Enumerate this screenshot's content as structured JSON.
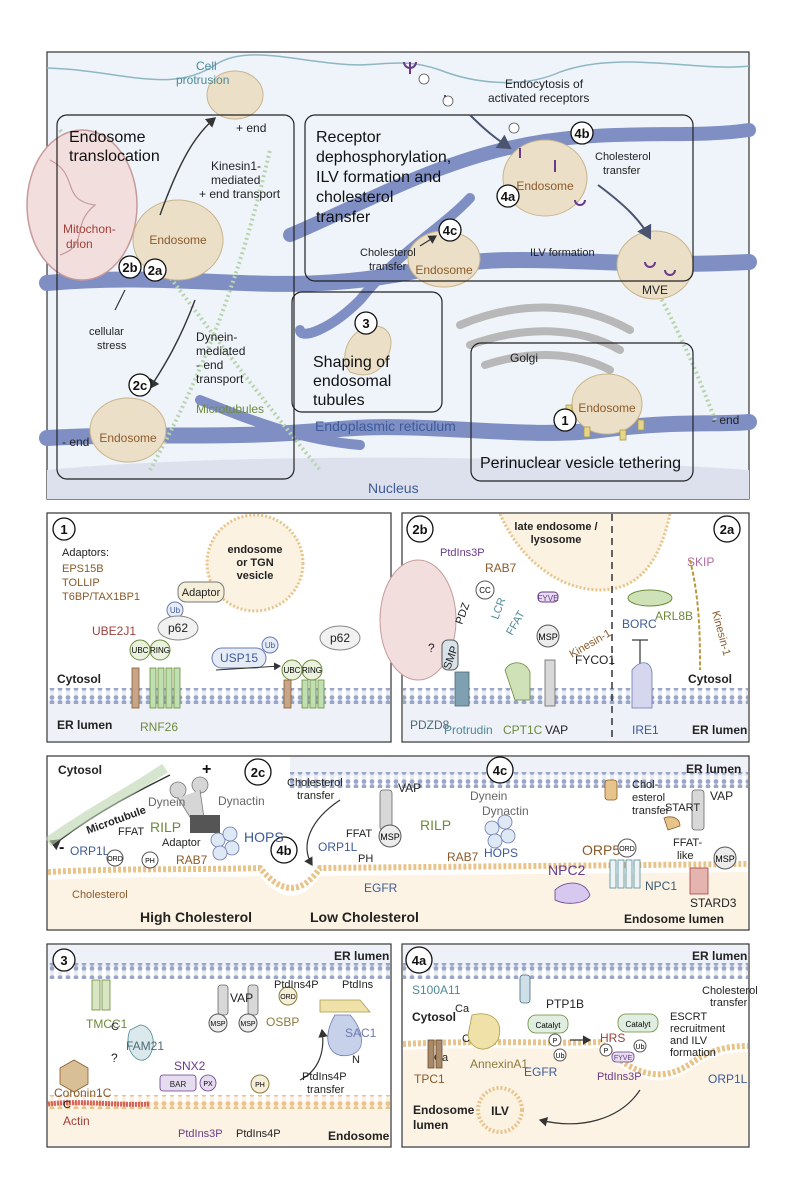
{
  "overview": {
    "cell_protrusion": [
      "Cell",
      "protrusion"
    ],
    "endocytosis": [
      "Endocytosis of",
      "activated receptors"
    ],
    "endosome_translocation": [
      "Endosome",
      "translocation"
    ],
    "plus_end": "+ end",
    "kinesin": [
      "Kinesin1-",
      "mediated",
      "+ end transport"
    ],
    "mitochondrion": [
      "Mitochon-",
      "drion"
    ],
    "endosome": "Endosome",
    "cellular_stress": [
      "cellular",
      "stress"
    ],
    "dynein": [
      "Dynein-",
      "mediated",
      "- end",
      "transport"
    ],
    "microtubules": "Microtubules",
    "minus_end": "- end",
    "receptor_box": [
      "Receptor",
      "dephosphorylation,",
      "ILV formation and",
      "cholesterol",
      "transfer"
    ],
    "cholesterol_transfer": [
      "Cholesterol",
      "transfer"
    ],
    "ilv_formation": "ILV formation",
    "mve": "MVE",
    "shaping": [
      "Shaping of",
      "endosomal",
      "tubules"
    ],
    "golgi": "Golgi",
    "er": "Endoplasmic reticulum",
    "perinuclear": "Perinuclear vesicle tethering",
    "nucleus": "Nucleus",
    "nums": {
      "n1": "1",
      "n2a": "2a",
      "n2b": "2b",
      "n2c": "2c",
      "n3": "3",
      "n4a": "4a",
      "n4b": "4b",
      "n4c": "4c"
    }
  },
  "p1": {
    "num": "1",
    "adaptors_title": "Adaptors:",
    "adaptors": [
      "EPS15B",
      "TOLLIP",
      "T6BP/TAX1BP1"
    ],
    "vesicle": [
      "endosome",
      "or TGN",
      "vesicle"
    ],
    "adaptor": "Adaptor",
    "ub": "Ub",
    "p62": "p62",
    "ube2j1": "UBE2J1",
    "ubc": "UBC",
    "ring": "RING",
    "usp15": "USP15",
    "cytosol": "Cytosol",
    "er_lumen": "ER lumen",
    "rnf26": "RNF26"
  },
  "p2": {
    "num_b": "2b",
    "num_a": "2a",
    "late_endosome": [
      "late endosome /",
      "lysosome"
    ],
    "ptdins3p": "PtdIns3P",
    "rab7": "RAB7",
    "cc": "CC",
    "pdz": "PDZ",
    "smp": "SMP",
    "q": "?",
    "lcr": "LCR",
    "fyve": "FYVE",
    "ffat": "FFAT",
    "msp": "MSP",
    "kinesin": "Kinesin-1",
    "pdzd8": "PDZD8",
    "protrudin": "Protrudin",
    "cpt1c": "CPT1C",
    "vap": "VAP",
    "fyco1": "FYCO1",
    "skip": "SKIP",
    "borc": "BORC",
    "arl8b": "ARL8B",
    "cytosol": "Cytosol",
    "ire1": "IRE1",
    "er_lumen": "ER lumen"
  },
  "p2c": {
    "num": "2c",
    "num4c": "4c",
    "num4b": "4b",
    "cytosol": "Cytosol",
    "plus": "+",
    "minus": "-",
    "microtubule": "Microtubule",
    "dynein": "Dynein",
    "dynactin": "Dynactin",
    "ffat": "FFAT",
    "rilp": "RILP",
    "adaptor": "Adaptor",
    "hops": "HOPS",
    "orp1l": "ORP1L",
    "ord": "ORD",
    "ph": "PH",
    "rab7": "RAB7",
    "cholesterol": "Cholesterol",
    "high_chol": "High Cholesterol",
    "low_chol": "Low Cholesterol",
    "chol_transfer": [
      "Cholesterol",
      "transfer"
    ],
    "vap": "VAP",
    "msp": "MSP",
    "egfr": "EGFR",
    "orp5": "ORP5",
    "chol_transfer2": [
      "Chol-",
      "esterol",
      "transfer"
    ],
    "npc2": "NPC2",
    "npc1": "NPC1",
    "start": "START",
    "ffat_like": [
      "FFAT-",
      "like"
    ],
    "stard3": "STARD3",
    "er_lumen": "ER lumen",
    "endo_lumen": "Endosome lumen"
  },
  "p3": {
    "num": "3",
    "er_lumen": "ER lumen",
    "tmcc1": "TMCC1",
    "fam21": "FAM21",
    "q": "?",
    "coronin": "Coronin1C",
    "actin": "Actin",
    "snx2": "SNX2",
    "bar": "BAR",
    "px": "PX",
    "vap": "VAP",
    "msp": "MSP",
    "osbp": "OSBP",
    "ord": "ORD",
    "ph": "PH",
    "ptdins4p": "PtdIns4P",
    "ptdins": "PtdIns",
    "sac1": "SAC1",
    "ptdins4p_transfer": [
      "PtdIns4P",
      "transfer"
    ],
    "ptdins3p": "PtdIns3P",
    "ptdins4p_b": "PtdIns4P",
    "endosome": "Endosome",
    "c": "C",
    "n": "N"
  },
  "p4a": {
    "num": "4a",
    "er_lumen": "ER lumen",
    "s100a11": "S100A11",
    "ca": "Ca",
    "cytosol": "Cytosol",
    "ptp1b": "PTP1B",
    "catalyt": "Catalyt",
    "p": "P",
    "ub": "Ub",
    "hrs": "HRS",
    "fyve": "FYVE",
    "ptdins3p": "PtdIns3P",
    "escrt": [
      "ESCRT",
      "recruitment",
      "and ILV",
      "formation"
    ],
    "chol_transfer": [
      "Cholesterol",
      "transfer"
    ],
    "annexin": "AnnexinA1",
    "tpc1": "TPC1",
    "egfr": "EGFR",
    "orp1l": "ORP1L",
    "endo_lumen": [
      "Endosome",
      "lumen"
    ],
    "ilv": "ILV"
  }
}
